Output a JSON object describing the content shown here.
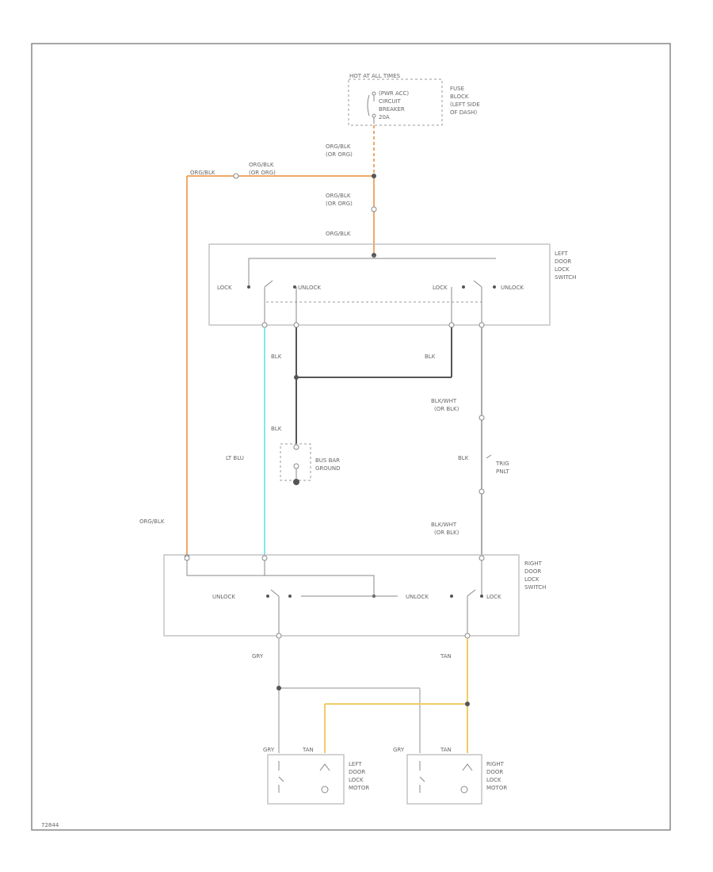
{
  "source": {
    "header": "HOT AT ALL TIMES",
    "breaker": [
      "(PWR ACC)",
      "CIRCUIT",
      "BREAKER",
      "20A"
    ],
    "location": [
      "FUSE",
      "BLOCK",
      "(LEFT SIDE",
      "OF DASH)"
    ]
  },
  "wires": {
    "org_blk": "ORG/BLK",
    "or_org": "(OR ORG)",
    "blk": "BLK",
    "blk_wht": "BLK/WHT",
    "or_blk": "(OR BLK)",
    "lt_blu": "LT BLU",
    "gry": "GRY",
    "tan": "TAN",
    "gr_short": "GRY",
    "tan_short": "TAN"
  },
  "left_switch": {
    "label": [
      "LEFT",
      "DOOR",
      "LOCK",
      "SWITCH"
    ],
    "lock": "LOCK",
    "unlock": "UNLOCK"
  },
  "right_switch": {
    "label": [
      "RIGHT",
      "DOOR",
      "LOCK",
      "SWITCH"
    ],
    "lock": "LOCK",
    "unlock": "UNLOCK"
  },
  "ground": [
    "BUS BAR",
    "GROUND"
  ],
  "tailgate": [
    "TRIG",
    "PNLT"
  ],
  "left_motor": [
    "LEFT",
    "DOOR",
    "LOCK",
    "MOTOR"
  ],
  "right_motor": [
    "RIGHT",
    "DOOR",
    "LOCK",
    "MOTOR"
  ],
  "footer": "72844",
  "colors": {
    "orange": "#f0a868",
    "cyan": "#7fe8f0",
    "yellow": "#f0cc66",
    "black": "#555555",
    "gray": "#c8c8c8"
  }
}
